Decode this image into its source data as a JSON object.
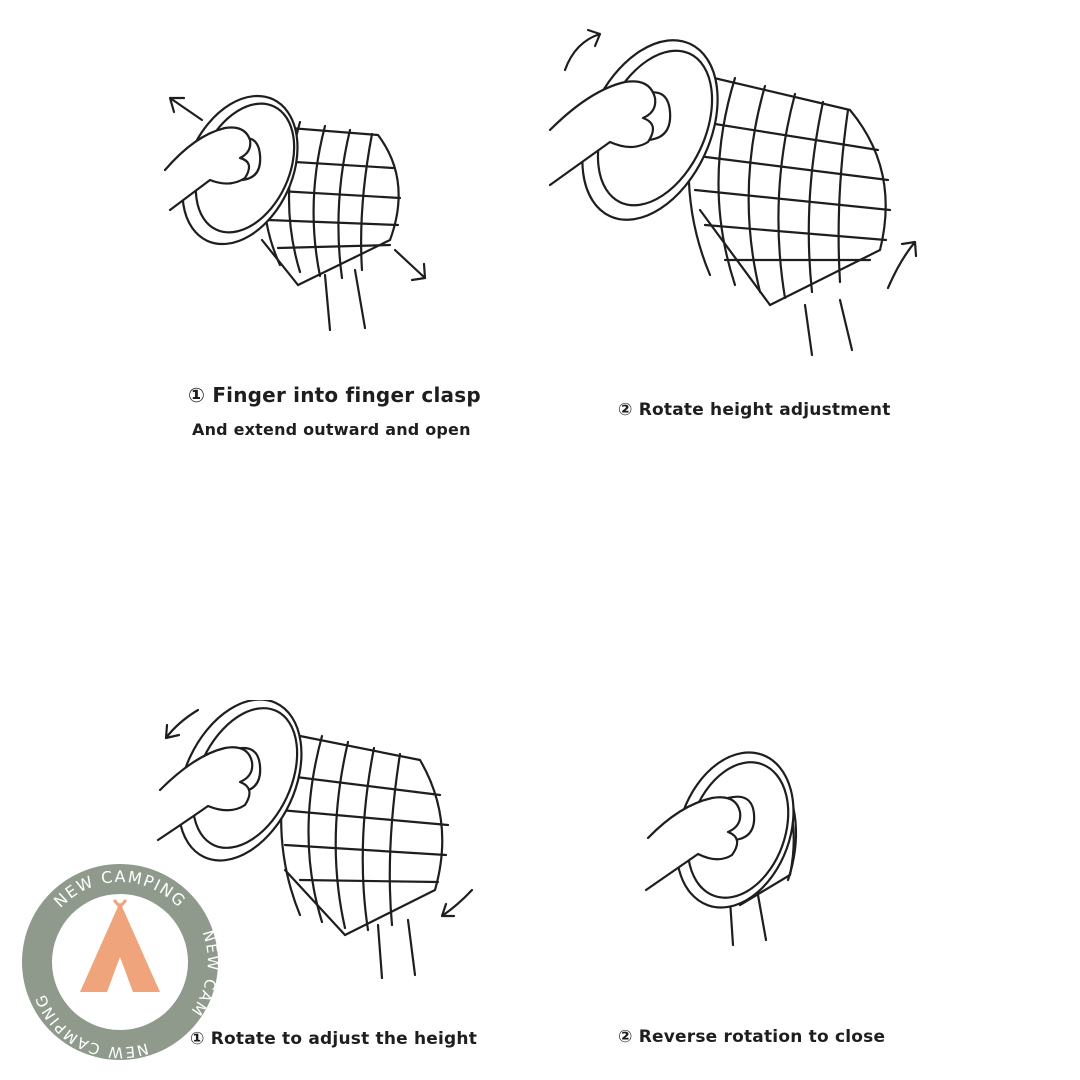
{
  "steps": [
    {
      "number": "①",
      "title": "Finger into finger clasp",
      "subtitle": "And extend outward and open"
    },
    {
      "number": "②",
      "title": "Rotate height adjustment"
    },
    {
      "number": "①",
      "title": "Rotate to adjust the height"
    },
    {
      "number": "②",
      "title": "Reverse rotation to close"
    }
  ],
  "logo": {
    "text": "NEW CAMPING",
    "ring_color": "#8f9a8c",
    "tent_color": "#f0a47c"
  },
  "colors": {
    "line": "#1e1e1e",
    "background": "#ffffff"
  },
  "icons": [
    "hand-icon",
    "stool-icon",
    "arrow-icon"
  ]
}
